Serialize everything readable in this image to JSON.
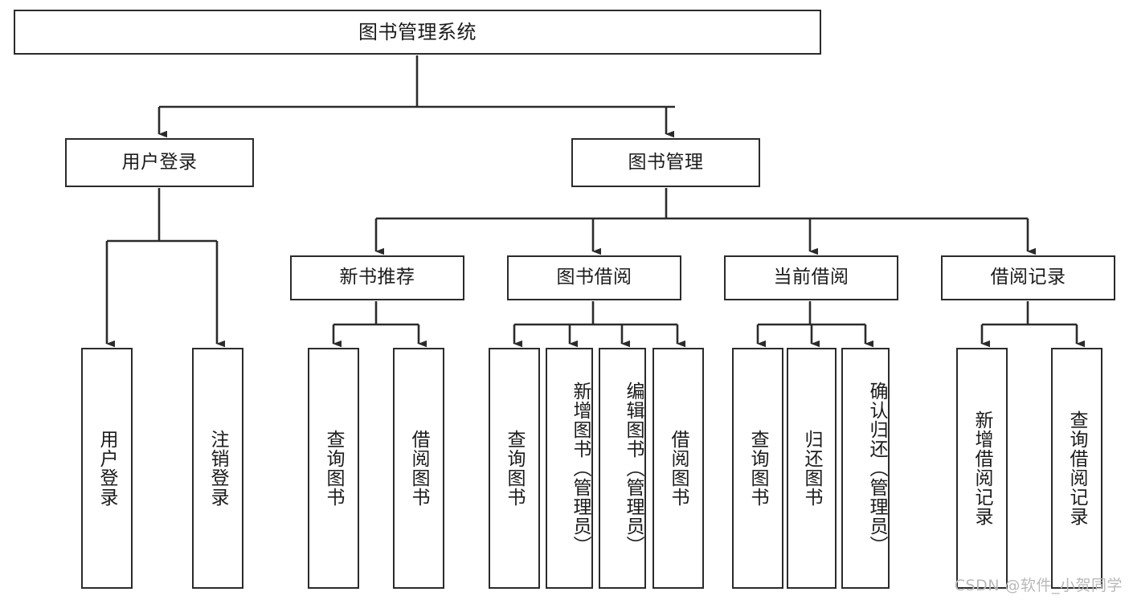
{
  "diagram": {
    "type": "tree-hierarchy",
    "title": "图书管理系统",
    "orientation": "top-down",
    "colors": {
      "box_border": "#2b2b2b",
      "box_fill": "#ffffff",
      "edge": "#2b2b2b",
      "text": "#1b1b1b",
      "watermark": "#b9b9b9",
      "background": "#ffffff"
    }
  },
  "nodes": {
    "root": {
      "label": "图书管理系统",
      "level": 1
    },
    "level2": [
      {
        "id": "user-login",
        "label": "用户登录"
      },
      {
        "id": "book-management",
        "label": "图书管理"
      }
    ],
    "level3": [
      {
        "id": "new-book-recommend",
        "label": "新书推荐"
      },
      {
        "id": "book-borrow",
        "label": "图书借阅"
      },
      {
        "id": "current-borrow",
        "label": "当前借阅"
      },
      {
        "id": "borrow-record",
        "label": "借阅记录"
      }
    ],
    "leaves": {
      "user-login": [
        {
          "id": "leaf-user-login",
          "label": "用户登录"
        },
        {
          "id": "leaf-logout-login",
          "label": "注销登录"
        }
      ],
      "new-book-recommend": [
        {
          "id": "leaf-query-book-1",
          "label": "查询图书"
        },
        {
          "id": "leaf-borrow-book-1",
          "label": "借阅图书"
        }
      ],
      "book-borrow": [
        {
          "id": "leaf-query-book-2",
          "label": "查询图书"
        },
        {
          "id": "leaf-add-book",
          "label": "新增图书（管理员）"
        },
        {
          "id": "leaf-edit-book",
          "label": "编辑图书（管理员）"
        },
        {
          "id": "leaf-borrow-book-2",
          "label": "借阅图书"
        }
      ],
      "current-borrow": [
        {
          "id": "leaf-query-book-3",
          "label": "查询图书"
        },
        {
          "id": "leaf-return-book",
          "label": "归还图书"
        },
        {
          "id": "leaf-confirm-return",
          "label": "确认归还（管理员）"
        }
      ],
      "borrow-record": [
        {
          "id": "leaf-add-record",
          "label": "新增借阅记录"
        },
        {
          "id": "leaf-query-record",
          "label": "查询借阅记录"
        }
      ]
    }
  },
  "watermark": {
    "text": "CSDN @软件_小贺同学"
  }
}
